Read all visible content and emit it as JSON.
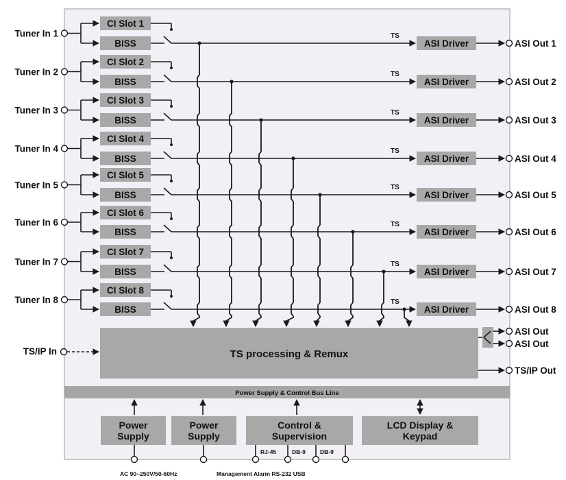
{
  "tuner_inputs": [
    "Tuner In 1",
    "Tuner In 2",
    "Tuner In 3",
    "Tuner In 4",
    "Tuner In 5",
    "Tuner In 6",
    "Tuner In 7",
    "Tuner In 8"
  ],
  "ci_slots": [
    "CI Slot 1",
    "CI Slot 2",
    "CI Slot 3",
    "CI Slot 4",
    "CI Slot 5",
    "CI Slot 6",
    "CI Slot 7",
    "CI Slot 8"
  ],
  "biss_label": "BISS",
  "ts_label": "TS",
  "asi_driver_label": "ASI Driver",
  "asi_outputs": [
    "ASI Out 1",
    "ASI Out 2",
    "ASI Out 3",
    "ASI Out 4",
    "ASI Out 5",
    "ASI Out 6",
    "ASI Out 7",
    "ASI Out 8"
  ],
  "tsip_in": "TS/IP In",
  "ts_processing": "TS processing & Remux",
  "extra_outputs": [
    "ASI Out",
    "ASI Out",
    "TS/IP Out"
  ],
  "bus_line": "Power Supply & Control Bus Line",
  "bottom_blocks": [
    {
      "line1": "Power",
      "line2": "Supply"
    },
    {
      "line1": "Power",
      "line2": "Supply"
    },
    {
      "line1": "Control &",
      "line2": "Supervision"
    },
    {
      "line1": "LCD Display &",
      "line2": "Keypad"
    }
  ],
  "ports": [
    "RJ-45",
    "DB-9",
    "DB-9"
  ],
  "footer": {
    "power": "AC 90~250V/50-60Hz",
    "mgmt": "Management Alarm RS-232 USB"
  },
  "colors": {
    "panel_bg": "#f3eff6",
    "panel_border": "#c8c8c8",
    "block_fill": "#a8a8a8",
    "bus_fill": "#a6a6a6",
    "line": "#1a1a1a"
  }
}
